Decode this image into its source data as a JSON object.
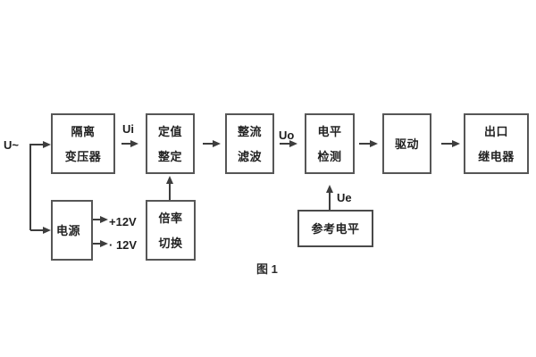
{
  "figure": {
    "caption": "图 1"
  },
  "signals": {
    "input": "U~",
    "ui": "Ui",
    "uo": "Uo",
    "ue": "Ue",
    "plus12v": "+12V",
    "minus12v": "· 12V"
  },
  "blocks": {
    "isolation": {
      "line1": "隔离",
      "line2": "变压器"
    },
    "setting": {
      "line1": "定值",
      "line2": "整定"
    },
    "rectifier": {
      "line1": "整流",
      "line2": "滤波"
    },
    "level_detect": {
      "line1": "电平",
      "line2": "检测"
    },
    "drive": {
      "label": "驱动"
    },
    "output_relay": {
      "line1": "出口",
      "line2": "继电器"
    },
    "power": {
      "label": "电源"
    },
    "rate_switch": {
      "line1": "倍率",
      "line2": "切换"
    },
    "reference": {
      "label": "参考电平"
    }
  },
  "colors": {
    "background": "#ffffff",
    "line": "#3d3d3d",
    "box_border": "#565656",
    "text": "#1f1f1f"
  }
}
